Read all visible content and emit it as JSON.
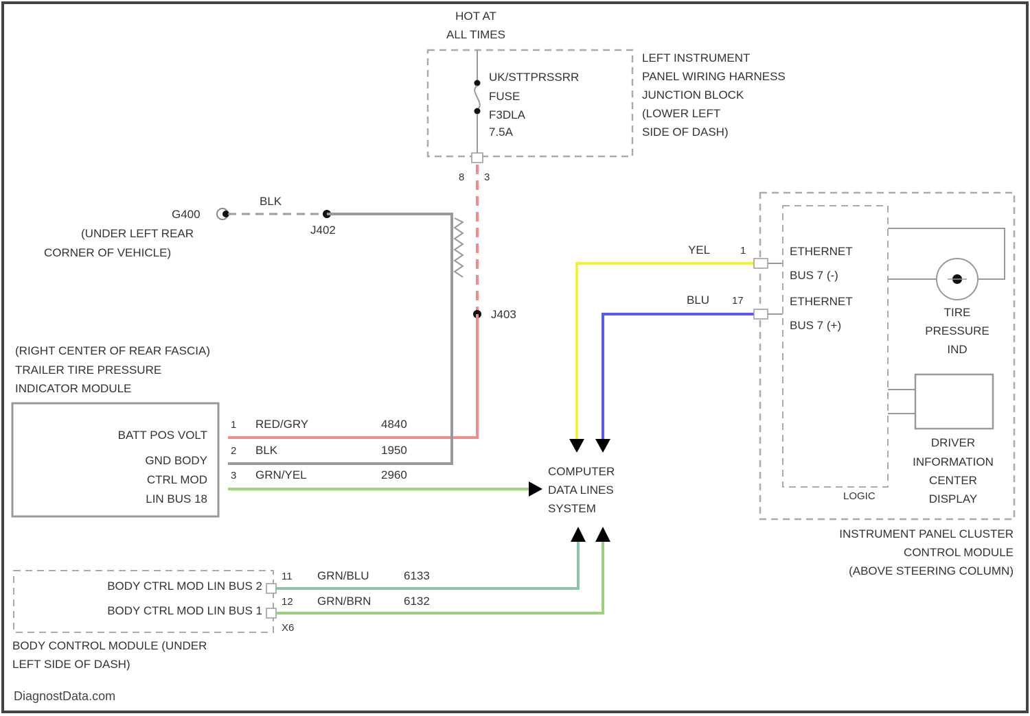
{
  "hot_at_all_times": [
    "HOT AT",
    "ALL TIMES"
  ],
  "fuse_label": [
    "UK/STTPRSSRR",
    "FUSE",
    "F3DLA",
    "7.5A"
  ],
  "junction_block_label": [
    "LEFT INSTRUMENT",
    "PANEL WIRING HARNESS",
    "JUNCTION BLOCK",
    "(LOWER LEFT",
    "SIDE OF DASH)"
  ],
  "connector_pins_top": [
    "8",
    "3"
  ],
  "ground_label": "G400",
  "ground_location": [
    "(UNDER LEFT REAR",
    "CORNER OF VEHICLE)"
  ],
  "wire_blk_top": "BLK",
  "splice_ground": "J402",
  "splice_power": "J403",
  "trailer_module_label": [
    "(RIGHT CENTER OF REAR FASCIA)",
    "TRAILER TIRE PRESSURE",
    "INDICATOR MODULE"
  ],
  "trailer_pins": [
    {
      "label": "BATT POS VOLT",
      "pin": "1",
      "color_name": "RED/GRY",
      "circuit": "4840"
    },
    {
      "label": "GND BODY",
      "pin": "2",
      "color_name": "BLK",
      "circuit": "1950"
    },
    {
      "label": "CTRL MOD",
      "pin": "3",
      "color_name": "GRN/YEL",
      "circuit": "2960"
    },
    {
      "label": "LIN BUS 18",
      "pin": "",
      "color_name": "",
      "circuit": ""
    }
  ],
  "computer_data_lines": [
    "COMPUTER",
    "DATA LINES",
    "SYSTEM"
  ],
  "ethernet_wires": [
    {
      "color_name": "YEL",
      "pin": "1"
    },
    {
      "color_name": "BLU",
      "pin": "17"
    }
  ],
  "ethernet_labels": [
    "ETHERNET",
    "BUS 7 (-)",
    "ETHERNET",
    "BUS 7 (+)"
  ],
  "logic_label": "LOGIC",
  "tire_indicator_label": [
    "TIRE",
    "PRESSURE",
    "IND"
  ],
  "dic_label": [
    "DRIVER",
    "INFORMATION",
    "CENTER",
    "DISPLAY"
  ],
  "ipc_label": [
    "INSTRUMENT PANEL CLUSTER",
    "CONTROL MODULE",
    "(ABOVE STEERING COLUMN)"
  ],
  "bcm_pins": [
    {
      "label": "BODY CTRL MOD LIN BUS 2",
      "pin": "11",
      "color_name": "GRN/BLU",
      "circuit": "6133"
    },
    {
      "label": "BODY CTRL MOD LIN BUS 1",
      "pin": "12",
      "color_name": "GRN/BRN",
      "circuit": "6132"
    }
  ],
  "bcm_connector": "X6",
  "bcm_label": [
    "BODY CONTROL MODULE (UNDER",
    "LEFT SIDE OF DASH)"
  ],
  "watermark": "DiagnostData.com",
  "colors": {
    "red_gry": "#f28c8c",
    "blk": "#8a8a8a",
    "grn_yel": "#9fd97a",
    "yel": "#f3f03a",
    "blu": "#5a5af0",
    "grn_blu": "#8fc4a4",
    "grn_brn": "#9ccf7e",
    "outline": "#999999"
  }
}
